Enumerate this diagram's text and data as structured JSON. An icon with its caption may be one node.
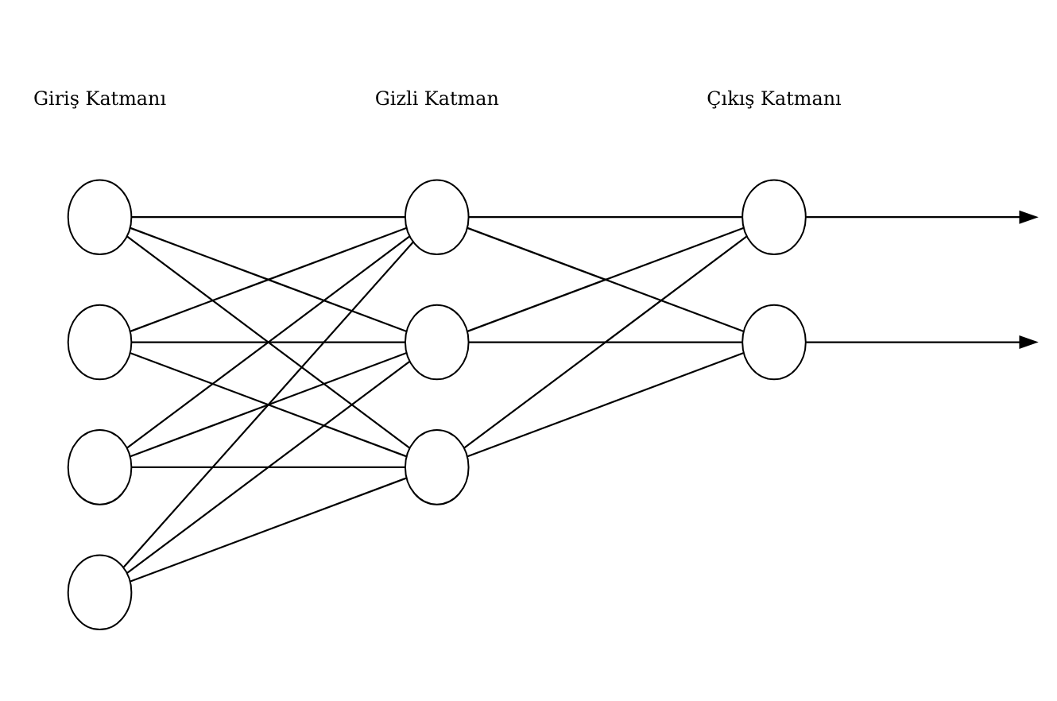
{
  "diagram": {
    "nodes": [
      {
        "text": [],
        "shape": "circle"
      },
      {
        "text": [],
        "shape": "circle"
      },
      {
        "text": [],
        "shape": "circle"
      },
      {
        "text": [],
        "shape": "circle"
      },
      {
        "text": [],
        "shape": "circle"
      },
      {
        "text": [],
        "shape": "circle"
      },
      {
        "text": [],
        "shape": "circle"
      },
      {
        "text": [],
        "shape": "circle"
      },
      {
        "text": [],
        "shape": "circle"
      }
    ],
    "edges": [
      {
        "from": 0,
        "to": 4,
        "arrow": "none"
      },
      {
        "from": 0,
        "to": 5,
        "arrow": "none"
      },
      {
        "from": 0,
        "to": 6,
        "arrow": "none"
      },
      {
        "from": 1,
        "to": 4,
        "arrow": "none"
      },
      {
        "from": 1,
        "to": 5,
        "arrow": "none"
      },
      {
        "from": 1,
        "to": 6,
        "arrow": "none"
      },
      {
        "from": 2,
        "to": 4,
        "arrow": "none"
      },
      {
        "from": 2,
        "to": 5,
        "arrow": "none"
      },
      {
        "from": 2,
        "to": 6,
        "arrow": "none"
      },
      {
        "from": 3,
        "to": 4,
        "arrow": "none"
      },
      {
        "from": 3,
        "to": 5,
        "arrow": "none"
      },
      {
        "from": 3,
        "to": 6,
        "arrow": "none"
      },
      {
        "from": 4,
        "to": 7,
        "arrow": "none"
      },
      {
        "from": 4,
        "to": 8,
        "arrow": "none"
      },
      {
        "from": 5,
        "to": 7,
        "arrow": "none"
      },
      {
        "from": 5,
        "to": 8,
        "arrow": "none"
      },
      {
        "from": 6,
        "to": 7,
        "arrow": "none"
      },
      {
        "from": 6,
        "to": 8,
        "arrow": "none"
      },
      {
        "from": 7,
        "to": null,
        "arrow": "to"
      },
      {
        "from": 8,
        "to": null,
        "arrow": "to"
      }
    ],
    "labels": [
      "Giriş Katmanı",
      "Gizli Katman",
      "Çıkış Katmanı"
    ]
  }
}
